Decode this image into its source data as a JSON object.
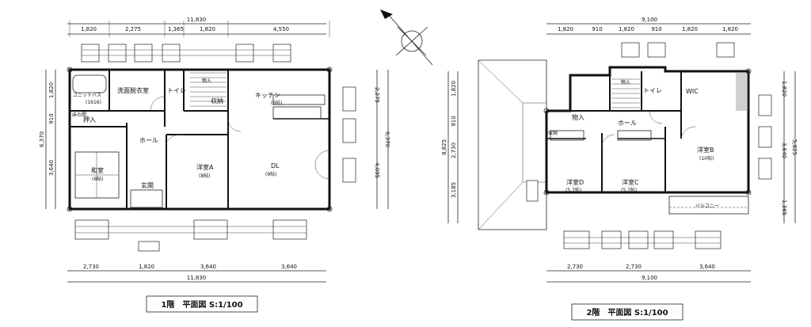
{
  "floor1": {
    "title": "1階　平面図 S:1/100",
    "dims_top": [
      "1,820",
      "2,275",
      "1,365",
      "1,820",
      "4,550"
    ],
    "dims_bottom": [
      "2,730",
      "1,820",
      "3,640",
      "3,640"
    ],
    "total_width": "11,830",
    "dims_left": [
      "1,820",
      "910",
      "3,640"
    ],
    "left_total": "6,370",
    "dims_right": [
      "2,275",
      "4,095"
    ],
    "right_total": "6,370",
    "rooms": {
      "washroom": "洗面脱衣室",
      "unit_bath": "ユニットバス",
      "unit_bath_size": "(1616)",
      "toilet": "トイレ",
      "storage": "収納",
      "storage_stair": "物入",
      "hall": "ホール",
      "closet": "押入",
      "washitsu": "和室",
      "washitsu_size": "(6帖)",
      "genkan": "玄関",
      "yoshitsu_a": "洋室A",
      "yoshitsu_a_size": "(8帖)",
      "kitchen": "キッチン",
      "kitchen_size": "(6帖)",
      "dl": "DL",
      "dl_size": "(9帖)",
      "tokonoma": "床の間"
    }
  },
  "floor2": {
    "title": "2階　平面図 S:1/100",
    "dims_top": [
      "1,820",
      "910",
      "1,820",
      "910",
      "1,820",
      "1,820"
    ],
    "total_width": "9,100",
    "dims_bottom": [
      "2,730",
      "2,730",
      "3,640"
    ],
    "dims_left": [
      "1,820",
      "910",
      "2,730",
      "3,185"
    ],
    "left_total": "8,825",
    "dims_right": [
      "1,820",
      "3,640",
      "1,365"
    ],
    "right_total": "5,825",
    "rooms": {
      "storage": "物入",
      "toilet": "トイレ",
      "wic": "WIC",
      "hall": "ホール",
      "shelf": "収納",
      "yoshitsu_b": "洋室B",
      "yoshitsu_b_size": "(10帖)",
      "yoshitsu_c": "洋室C",
      "yoshitsu_c_size": "(5.7帖)",
      "yoshitsu_d": "洋室D",
      "yoshitsu_d_size": "(5.7帖)",
      "balcony": "バルコニー"
    }
  },
  "colors": {
    "line": "#111111",
    "background": "#ffffff"
  }
}
